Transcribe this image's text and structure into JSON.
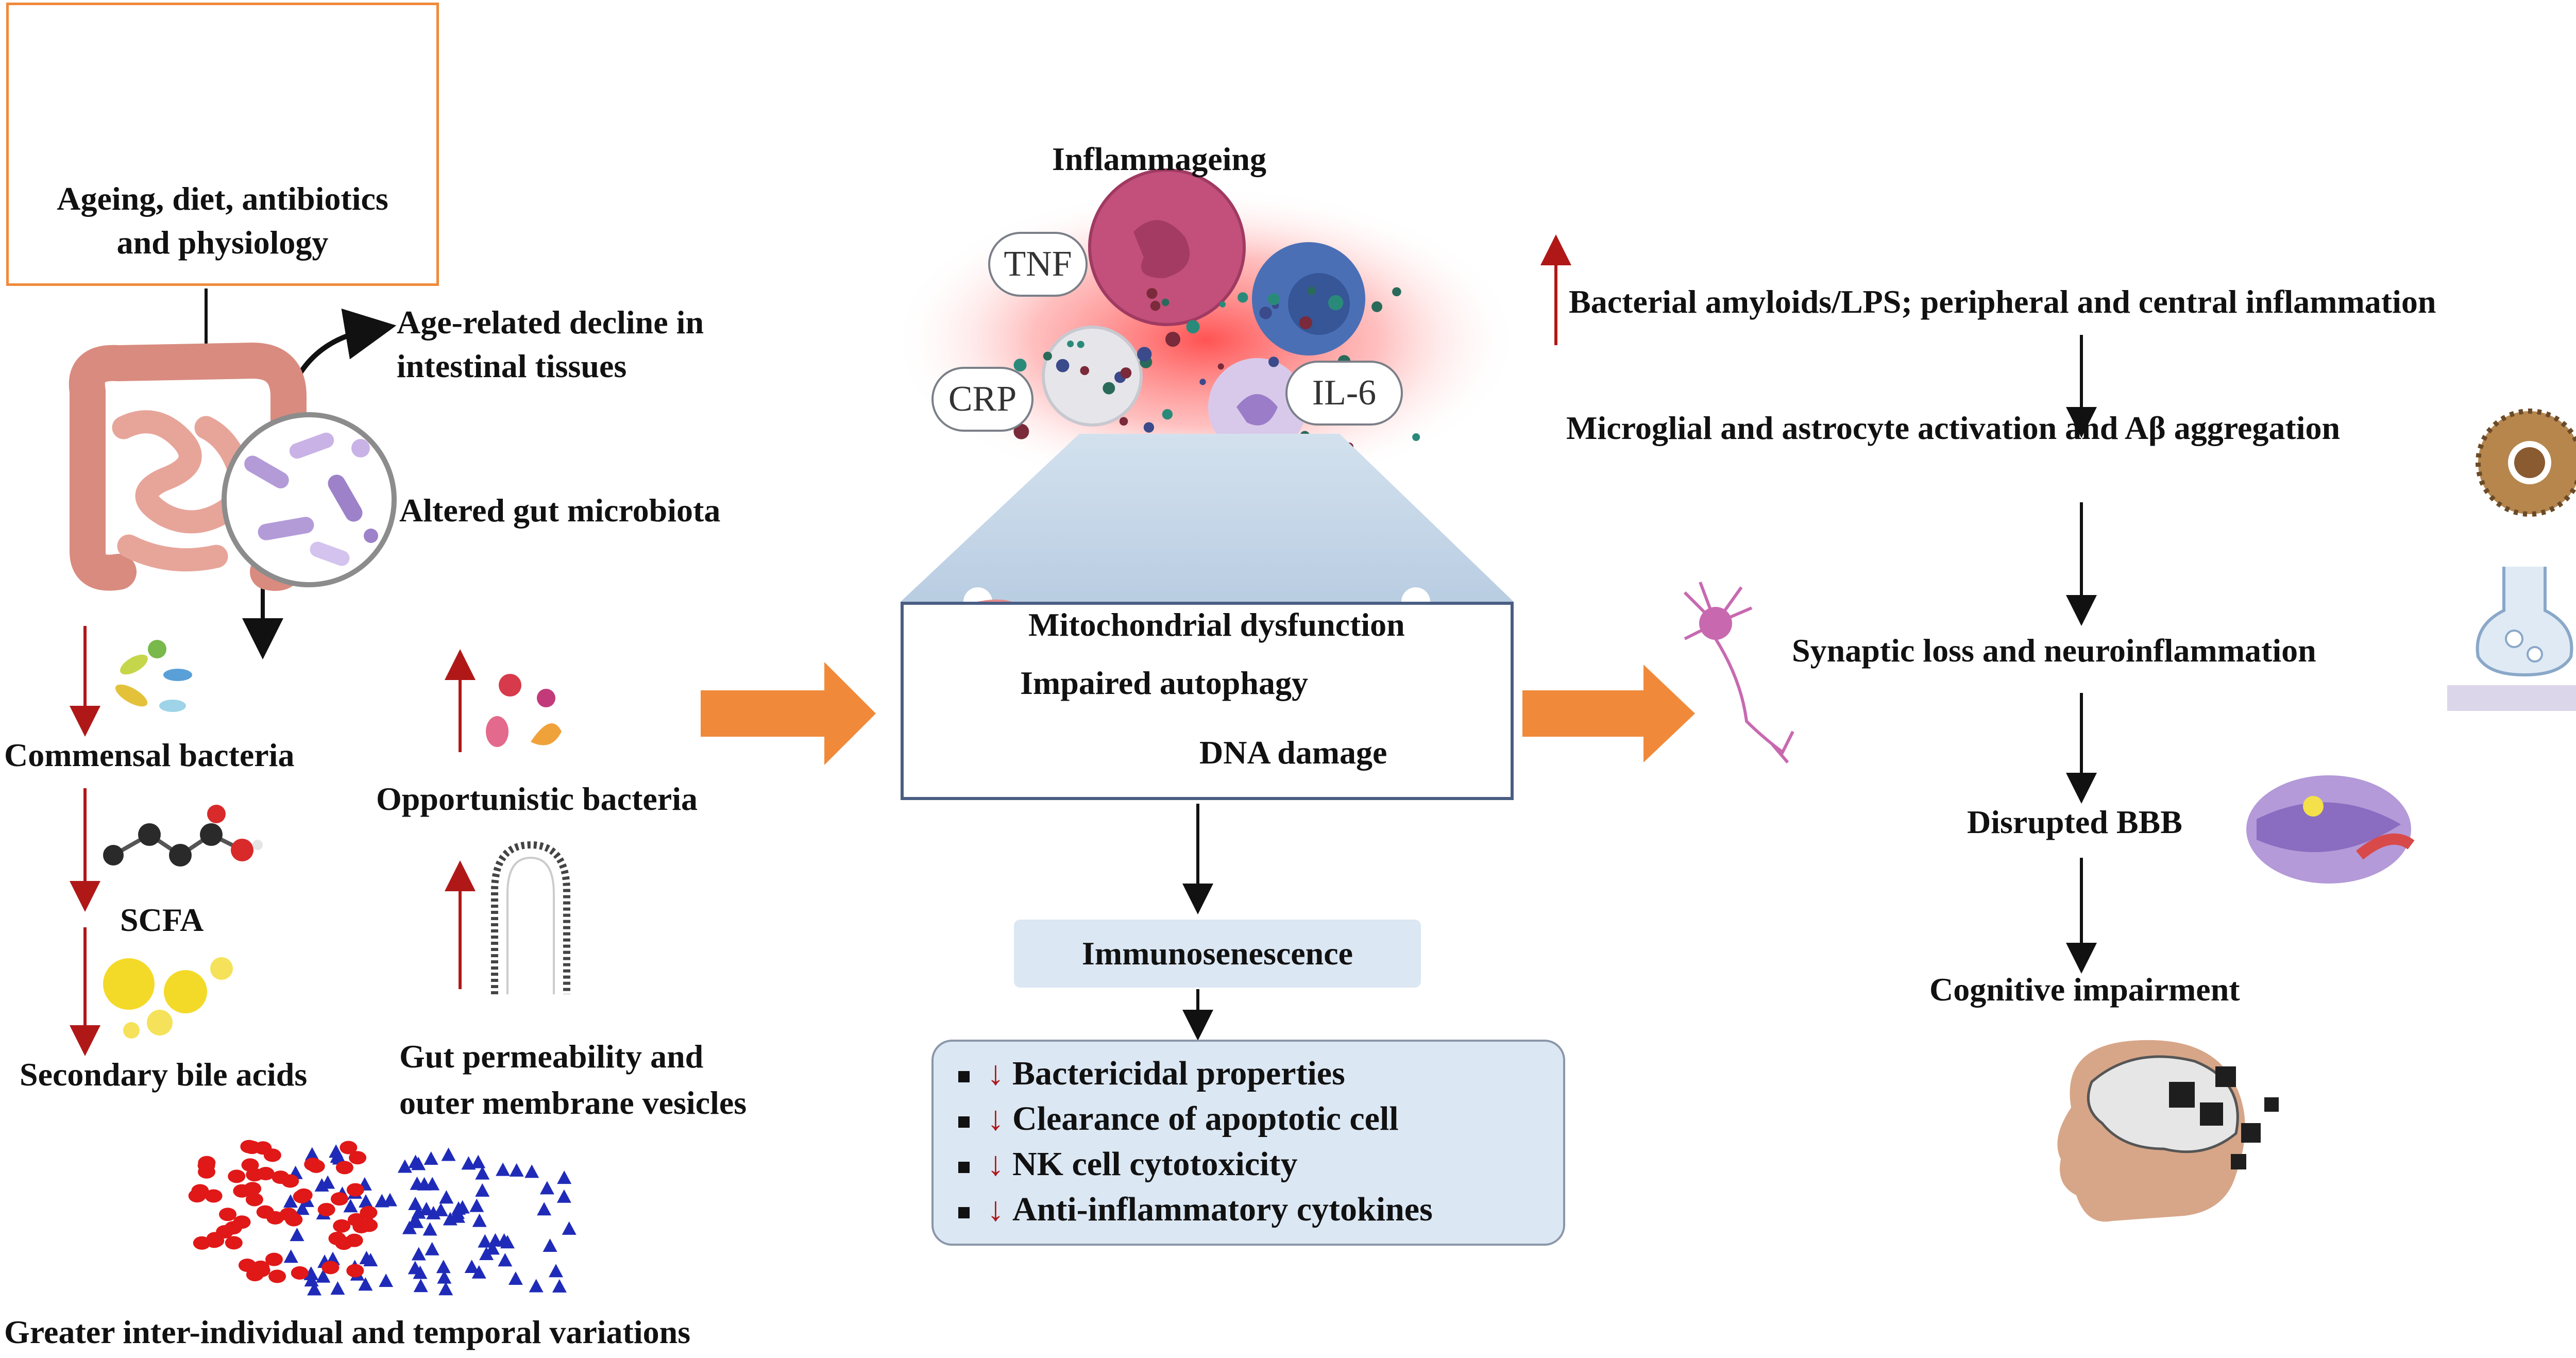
{
  "left": {
    "factors": [
      "Ageing, diet, antibiotics",
      "and physiology"
    ],
    "decline": [
      "Age-related decline in",
      "intestinal tissues"
    ],
    "microbiota": "Altered gut microbiota",
    "commensal": "Commensal bacteria",
    "scfa": "SCFA",
    "bile": "Secondary bile acids",
    "opportunistic": "Opportunistic bacteria",
    "permeability": [
      "Gut permeability and",
      "outer membrane vesicles"
    ],
    "variations": "Greater inter-individual and temporal variations"
  },
  "center": {
    "title": "Inflammageing",
    "markers": [
      "TNF",
      "CRP",
      "IL-6"
    ],
    "mito": "Mitochondrial dysfunction",
    "autophagy": "Impaired autophagy",
    "dna": "DNA damage",
    "immuno": "Immunosenescence",
    "deficits": [
      "Bactericidal properties",
      "Clearance of apoptotic cell",
      "NK cell cytotoxicity",
      "Anti-inflammatory cytokines"
    ]
  },
  "right": {
    "steps": [
      "Bacterial amyloids/LPS; peripheral and central inflammation",
      "Microglial and astrocyte activation and Aβ aggregation",
      "Synaptic loss and neuroinflammation",
      "Disrupted BBB",
      "Cognitive impairment"
    ]
  },
  "colors": {
    "arrow": "#f08a3a",
    "red_arrow": "#b01818",
    "box_fill": "#dbe7f3",
    "box_border": "#f08a3a"
  },
  "icons": [
    "elderly-person-icon",
    "burger-icon",
    "pizza-icon",
    "pill-bottle-icon",
    "intestine-icon",
    "bacteria-magnifier-icon",
    "bacteria-cluster-icon",
    "scfa-molecule-icon",
    "bile-droplets-icon",
    "gut-villi-icon",
    "scatter-plot-icon",
    "immune-cells-icon",
    "mitochondria-icon",
    "autophagosome-icon",
    "dna-icon",
    "neuron-icon",
    "amyloid-plaque-icon",
    "synapse-icon",
    "bbb-icon",
    "brain-head-icon"
  ]
}
